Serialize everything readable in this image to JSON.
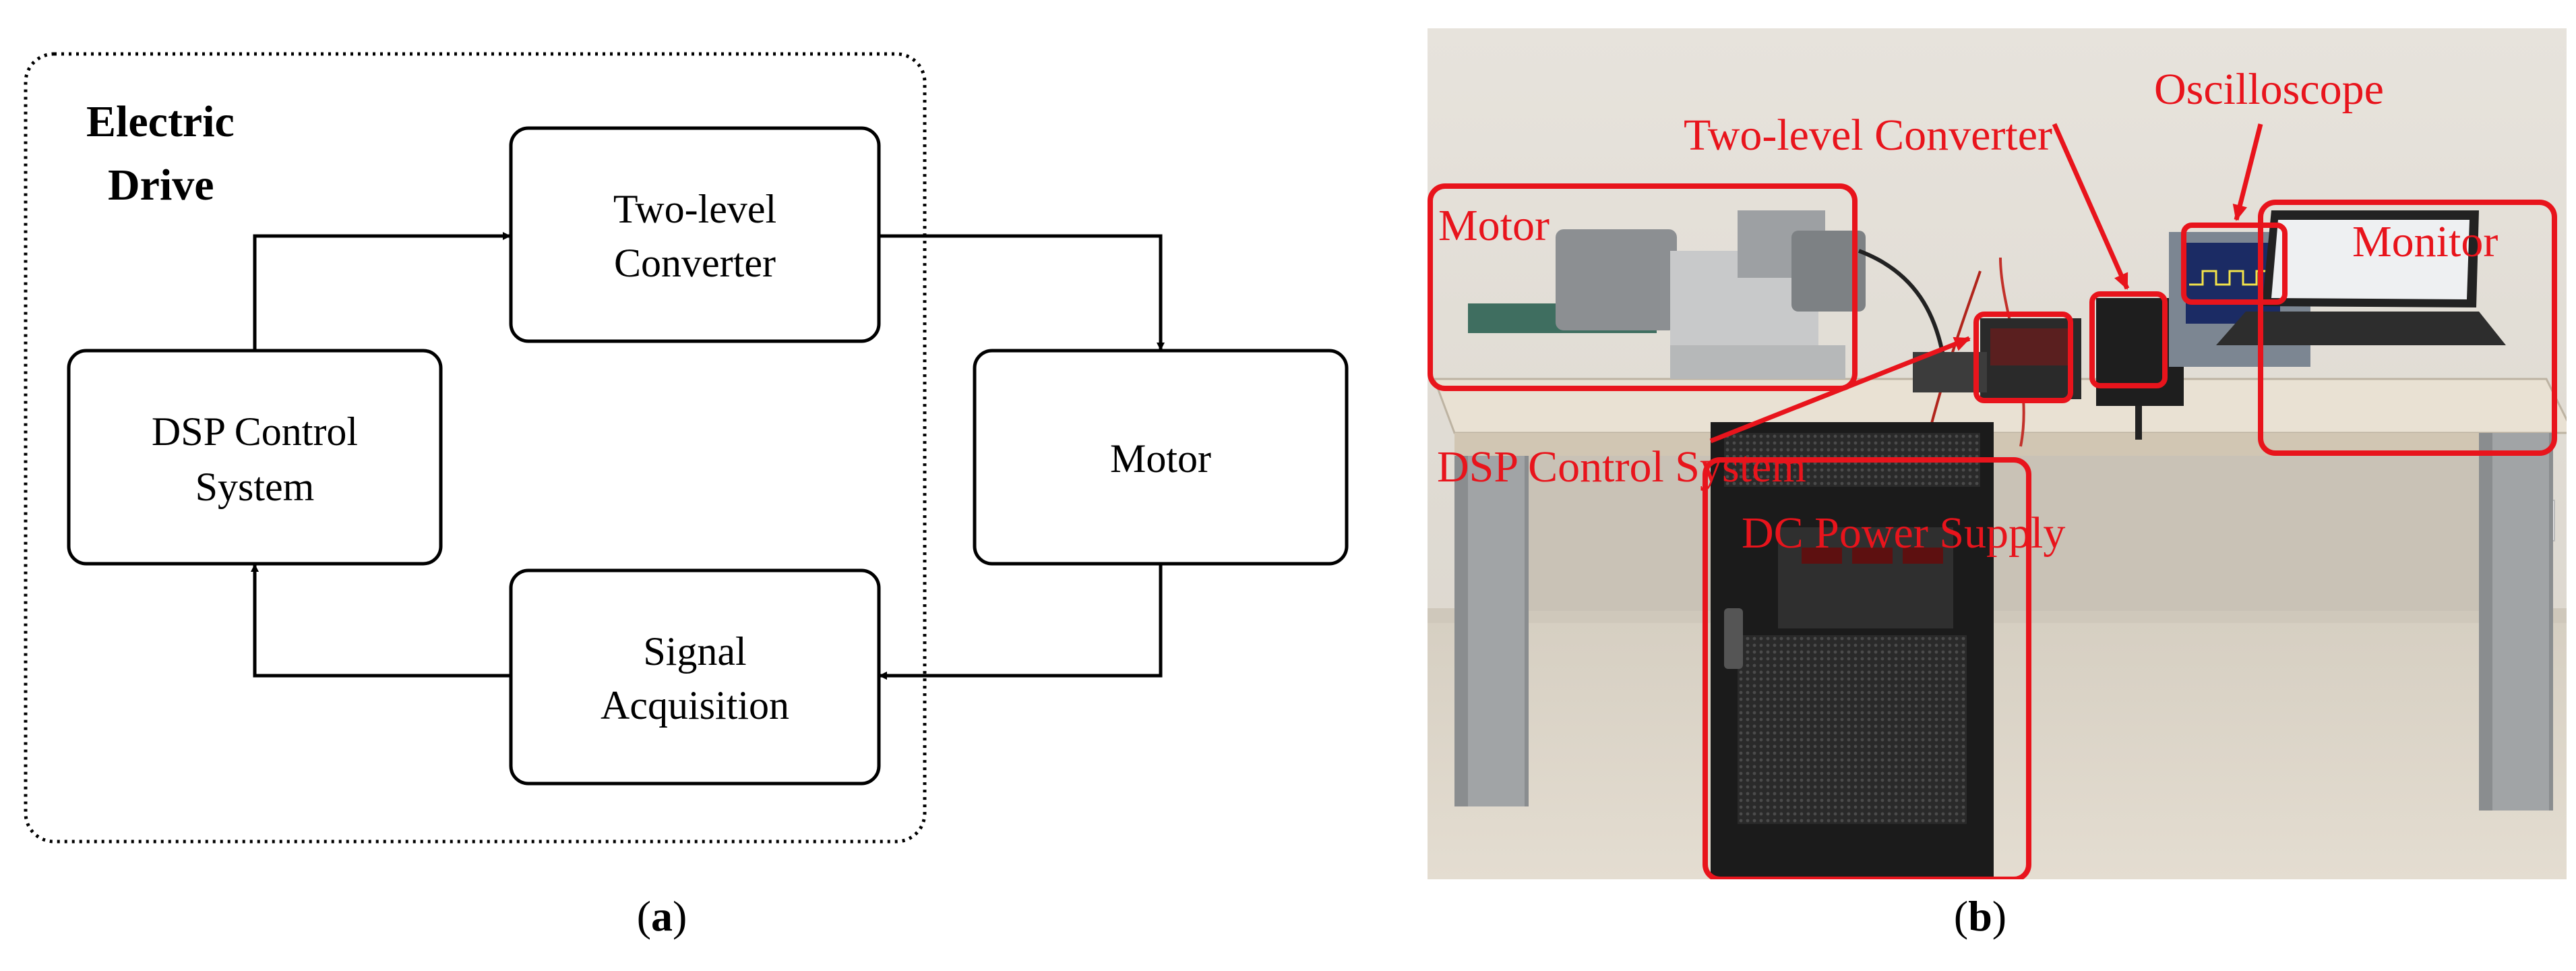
{
  "panel_a": {
    "group_title_line1": "Electric",
    "group_title_line2": "Drive",
    "converter_line1": "Two-level",
    "converter_line2": "Converter",
    "dsp_line1": "DSP Control",
    "dsp_line2": "System",
    "motor": "Motor",
    "signal_line1": "Signal",
    "signal_line2": "Acquisition",
    "caption": "a"
  },
  "panel_b": {
    "labels": {
      "motor": "Motor",
      "two_level_converter": "Two-level Converter",
      "oscilloscope": "Oscilloscope",
      "monitor": "Monitor",
      "dsp_control_system": "DSP Control System",
      "dc_power_supply": "DC Power Supply"
    },
    "label_color": "#e8141c",
    "caption": "b"
  }
}
